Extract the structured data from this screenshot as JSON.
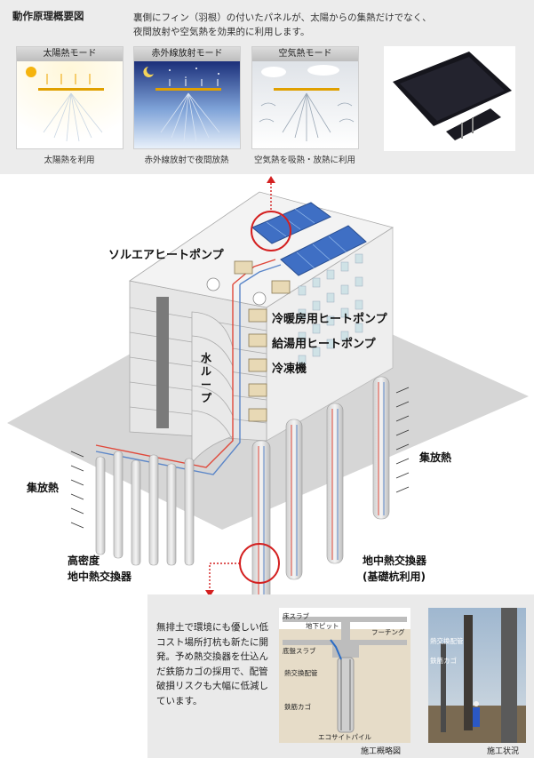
{
  "header": {
    "title": "動作原理概要図",
    "description_line1": "裏側にフィン（羽根）の付いたパネルが、太陽からの集熱だけでなく、",
    "description_line2": "夜間放射や空気熱を効果的に利用します。"
  },
  "modes": [
    {
      "name": "太陽熱モード",
      "caption": "太陽熱を利用"
    },
    {
      "name": "赤外線放射モード",
      "caption": "赤外線放射で夜間放熱"
    },
    {
      "name": "空気熱モード",
      "caption": "空気熱を吸熱・放熱に利用"
    }
  ],
  "diagram": {
    "solair_heat_pump": "ソルエアヒートポンプ",
    "cooling_heating_pump": "冷暖房用ヒートポンプ",
    "hot_water_pump": "給湯用ヒートポンプ",
    "refrigerator": "冷凍機",
    "water_loop": [
      "水",
      "ル",
      "ー",
      "プ"
    ],
    "heat_collect_release_right": "集放熱",
    "heat_collect_release_left": "集放熱",
    "high_density_line1": "高密度",
    "high_density_line2": "地中熱交換器",
    "ground_exchanger_line1": "地中熱交換器",
    "ground_exchanger_line2": "(基礎杭利用)"
  },
  "bottom": {
    "text": "無排土で環境にも優しい低コスト場所打杭も新たに開発。予め熱交換器を仕込んだ鉄筋カゴの採用で、配管破損リスクも大幅に低減しています。",
    "section_labels": {
      "floor_slab": "床スラブ",
      "basement_pit": "地下ピット",
      "footing": "フーチング",
      "base_slab": "底盤スラブ",
      "heat_exchange_pipe": "熱交換配管",
      "rebar_cage": "鉄筋カゴ",
      "eco_pile": "エコサイトパイル"
    },
    "section_caption": "施工概略図",
    "photo_labels": {
      "heat_exchange_pipe": "熱交換配管",
      "rebar_cage": "鉄筋カゴ"
    },
    "photo_caption": "施工状況"
  },
  "colors": {
    "pipe_red": "#e0483a",
    "pipe_blue": "#5b86c8",
    "highlight": "#d42020"
  }
}
